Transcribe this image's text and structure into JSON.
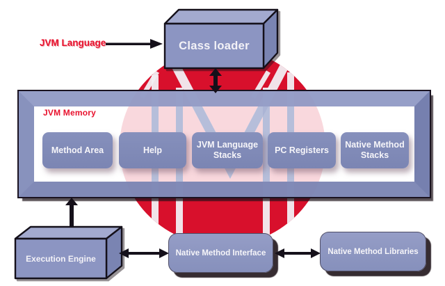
{
  "nodes": {
    "jvm_language_label": "JVM Language",
    "class_loader": "Class loader",
    "jvm_memory_label": "JVM Memory",
    "memory_boxes": [
      "Method Area",
      "Help",
      "JVM Language Stacks",
      "PC Registers",
      "Native Method Stacks"
    ],
    "execution_engine": "Execution Engine",
    "native_method_interface": "Native Method Interface",
    "native_method_libraries": "Native Method Libraries"
  },
  "colors": {
    "circle_red": "#D8102C",
    "label_red": "#E8112D",
    "frame_purple": "#8A93BF",
    "box_purple": "#7E88B6",
    "node_purple": "#8A93C0",
    "arrow_black": "#15101A",
    "logo_white": "#F2EFF3",
    "logo_periwinkle": "#A9B3D4"
  }
}
